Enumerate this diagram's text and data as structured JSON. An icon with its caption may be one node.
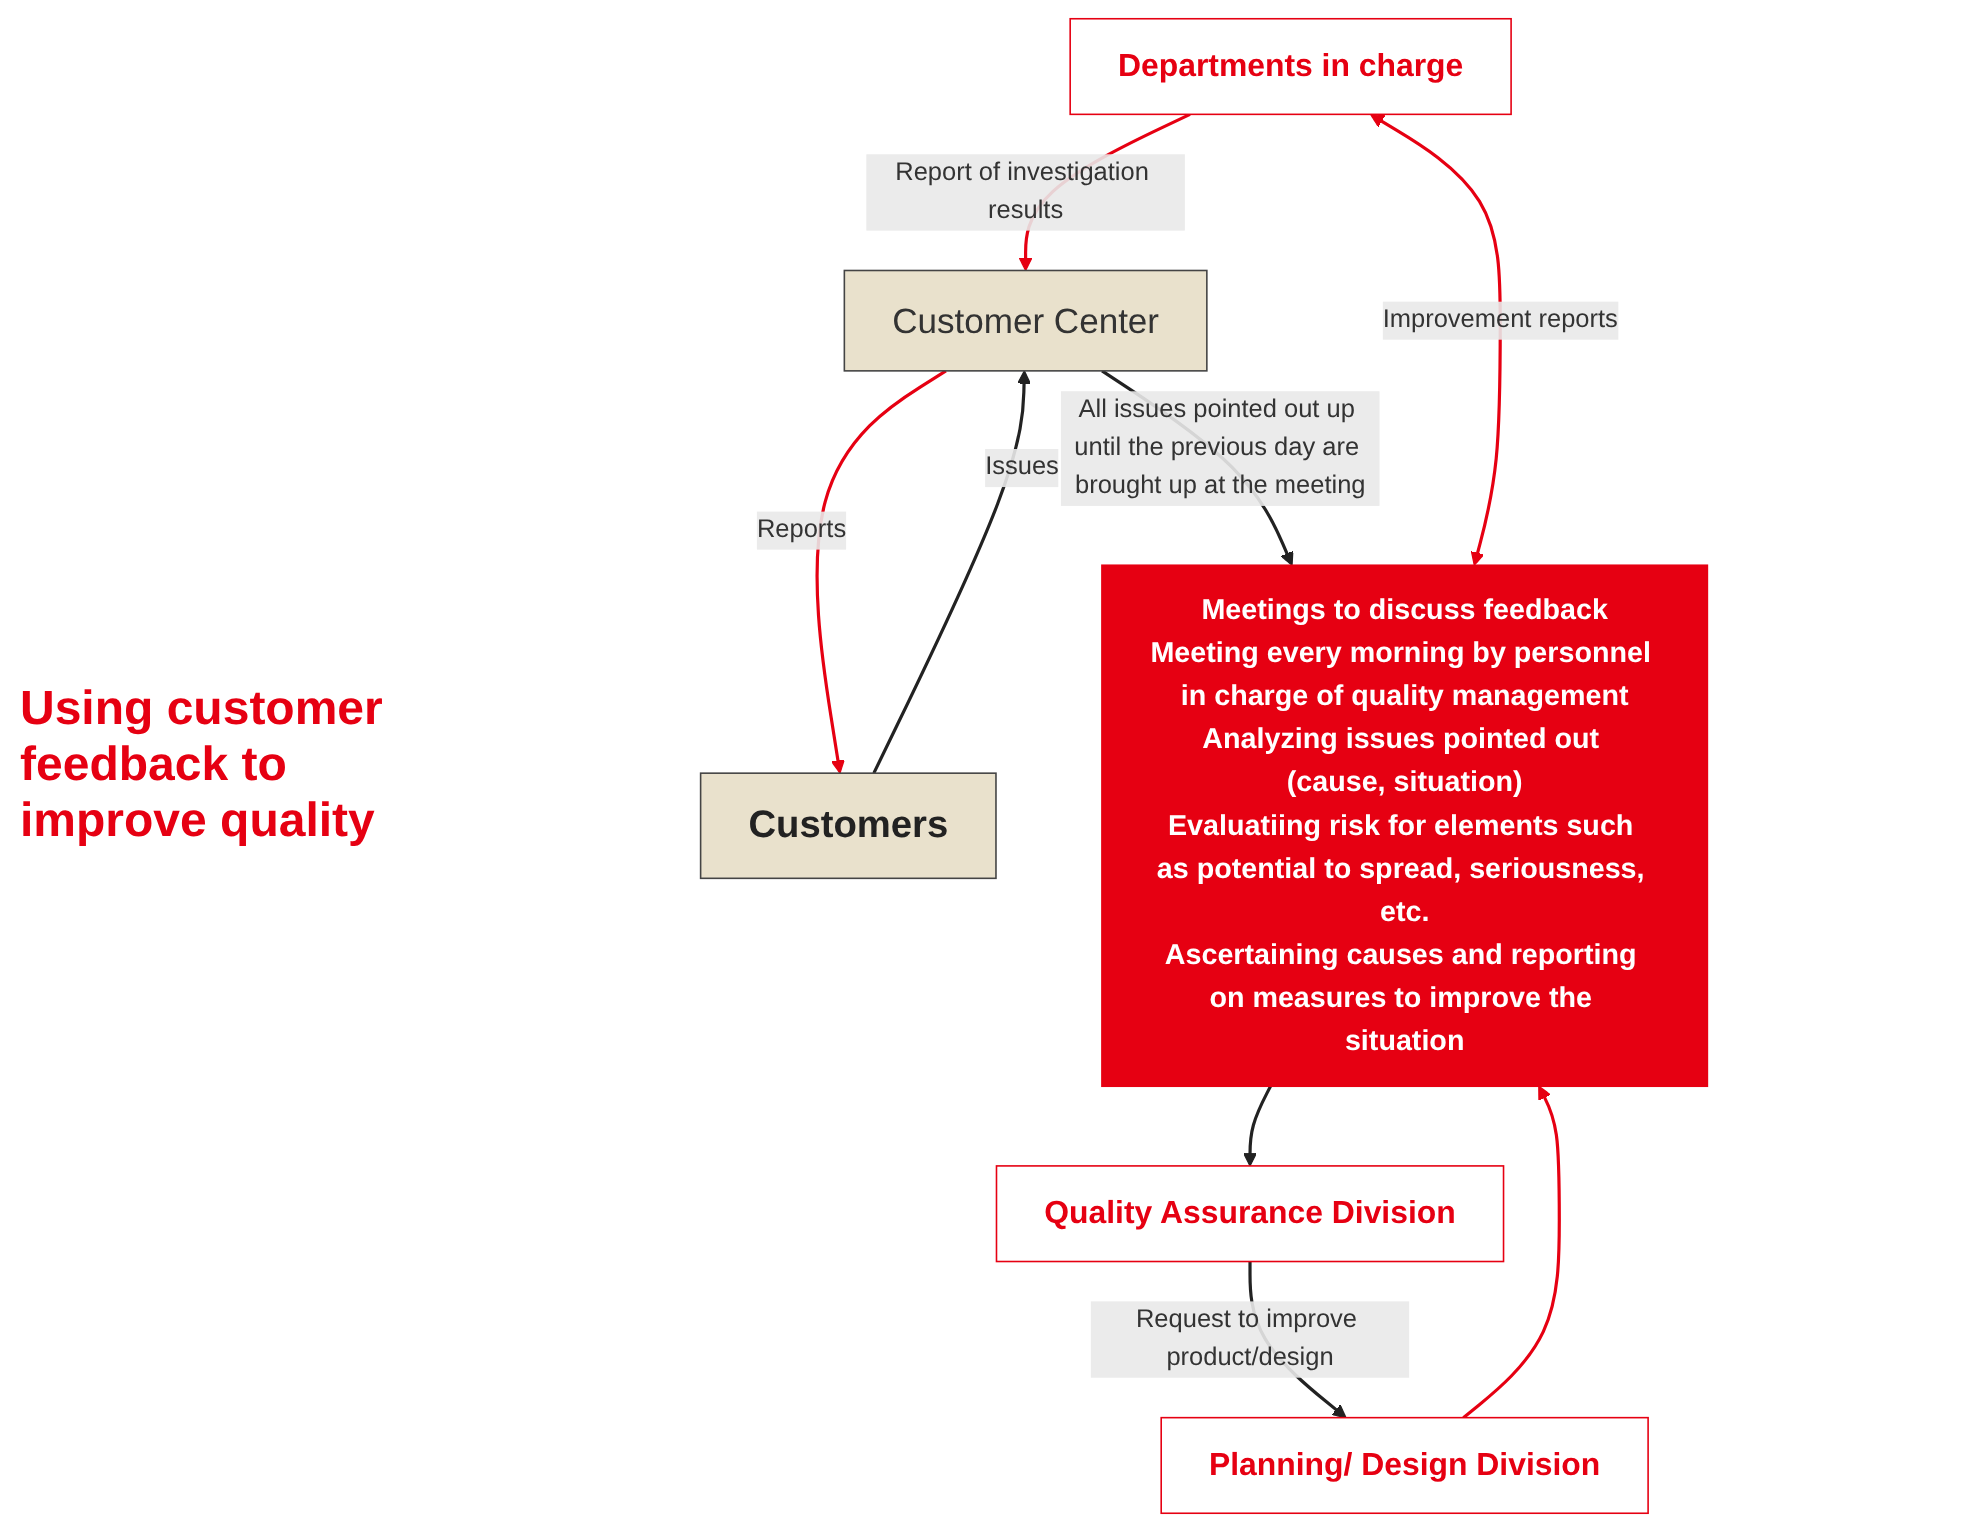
{
  "diagram": {
    "nodes": [
      {
        "text": [
          "Customer Center"
        ]
      },
      {
        "text": [
          "Customers"
        ]
      },
      {
        "text": [
          "Meetings to discuss feedback",
          "Meeting every morning by personnel in charge of quality management",
          "Analyzing issues pointed out (cause, situation)",
          "Evaluatiing risk for elements such as potential to spread, seriousness, etc.",
          "Ascertaining causes and reporting on measures to improve the situation"
        ]
      },
      {
        "text": [
          "Departments in charge"
        ]
      },
      {
        "text": [
          "Quality Assurance Division"
        ]
      },
      {
        "text": [
          "Planning/ Design Division"
        ]
      }
    ],
    "edges": [
      {
        "from": 3,
        "to": 0,
        "arrow": "to",
        "label": "Report of investigation results",
        "color": "#e60012"
      },
      {
        "from": 0,
        "to": 2,
        "arrow": "to",
        "label": "All issues pointed out up until the previous day are brought up at the meeting",
        "color": "#222222"
      },
      {
        "from": 0,
        "to": 1,
        "arrow": "to",
        "label": "Reports",
        "color": "#e60012"
      },
      {
        "from": 1,
        "to": 0,
        "arrow": "to",
        "label": "Issues",
        "color": "#222222"
      },
      {
        "from": 2,
        "to": 4,
        "arrow": "to",
        "color": "#222222"
      },
      {
        "from": 4,
        "to": 5,
        "arrow": "to",
        "label": "Request to improve product/design",
        "color": "#222222"
      },
      {
        "from": 3,
        "to": 2,
        "arrow": "both",
        "label": "Improvement reports",
        "color": "#e60012"
      },
      {
        "from": 5,
        "to": 2,
        "arrow": "to",
        "color": "#e60012"
      }
    ],
    "labels": [
      "Using customer feedback to improve quality"
    ]
  }
}
